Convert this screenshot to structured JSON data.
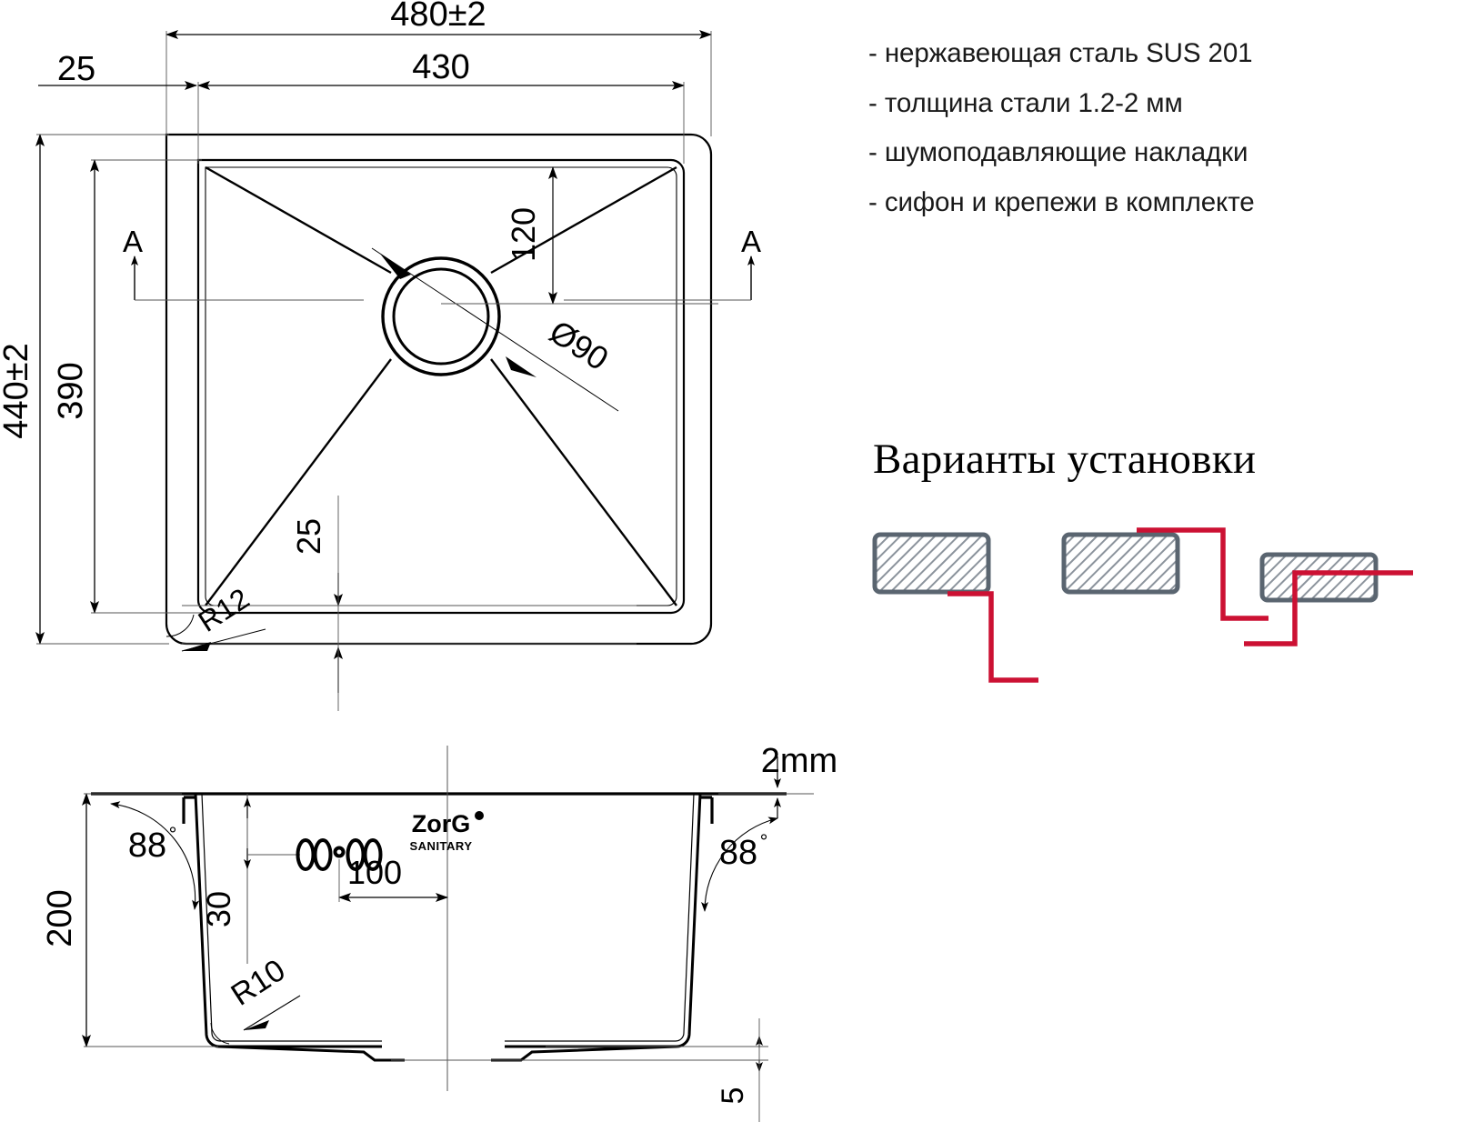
{
  "document": {
    "type": "technical-drawing",
    "product": "kitchen-sink",
    "brand": "ZorG",
    "brand_sub": "SANITARY"
  },
  "specs": {
    "items": [
      "- нержавеющая сталь SUS 201",
      "- толщина стали 1.2-2 мм",
      "- шумоподавляющие накладки",
      "- сифон и крепежи в комплекте"
    ]
  },
  "install": {
    "title": "Варианты установки",
    "variants": [
      {
        "name": "overmount"
      },
      {
        "name": "flushmount"
      },
      {
        "name": "undermount"
      }
    ]
  },
  "top_view": {
    "dim_outer_width": "480±2",
    "dim_inner_width": "430",
    "dim_rim_left": "25",
    "dim_outer_height": "440±2",
    "dim_inner_height": "390",
    "dim_rim_bottom": "25",
    "dim_drain_offset": "120",
    "dim_drain_diameter": "Ø90",
    "dim_corner_radius": "R12",
    "section_marker_left": "A",
    "section_marker_right": "A"
  },
  "section_view": {
    "dim_depth": "200",
    "dim_angle_left": "88",
    "dim_angle_right": "88",
    "dim_degree_symbol": "°",
    "dim_thickness": "2mm",
    "dim_tap_offset": "30",
    "dim_tap_spacing": "100",
    "dim_base_step": "5",
    "dim_bottom_radius": "R10",
    "logo_text": "ZorG",
    "logo_sub": "SANITARY"
  },
  "colors": {
    "line": "#000000",
    "thin_line": "#555555",
    "install_block_border": "#5a6570",
    "install_hatch": "#8b939c",
    "install_red": "#cc1133",
    "text": "#1a1a1a"
  }
}
